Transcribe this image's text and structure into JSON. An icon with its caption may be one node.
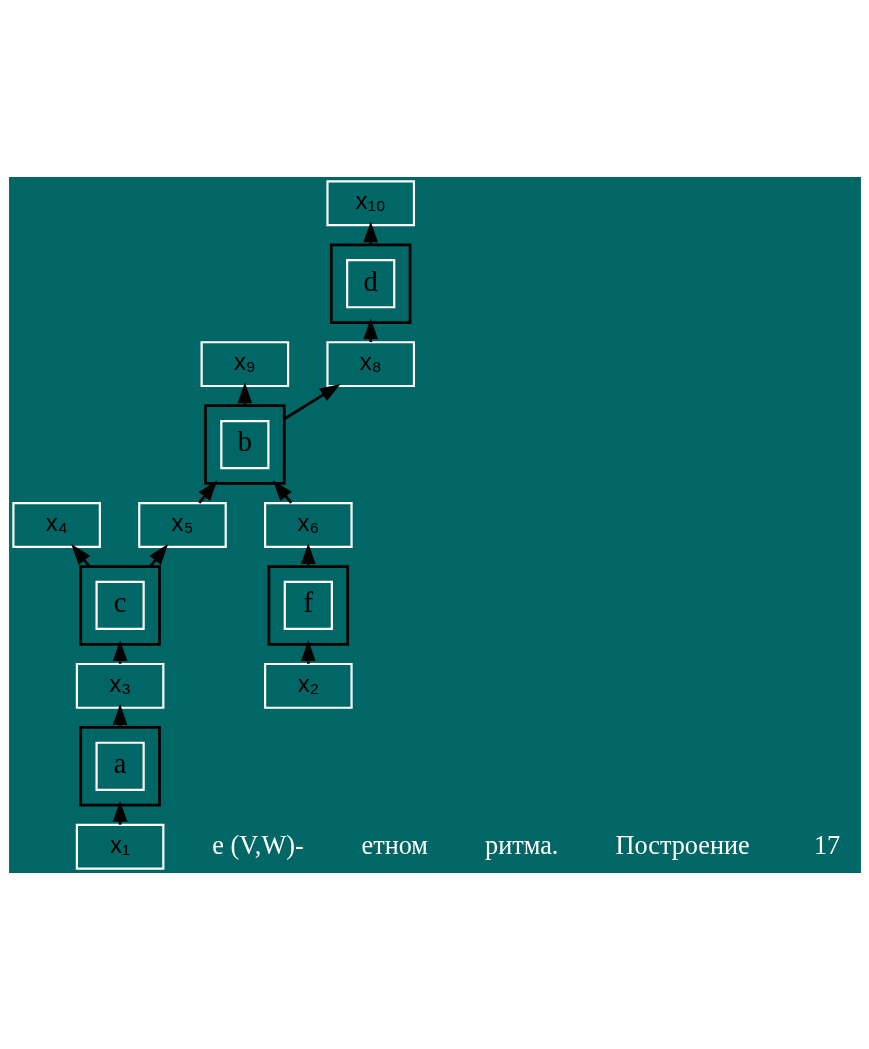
{
  "diagram": {
    "nodes": [
      {
        "text": [
          "x₁₀"
        ]
      },
      {
        "text": [],
        "shape": "box"
      },
      {
        "text": [
          "d"
        ],
        "in": 1
      },
      {
        "text": [
          "x₄"
        ]
      },
      {
        "text": [
          "x₉"
        ]
      },
      {
        "text": [
          "x₈"
        ]
      },
      {
        "text": [],
        "shape": "box"
      },
      {
        "text": [
          "c"
        ],
        "in": 6
      },
      {
        "text": [],
        "shape": "box"
      },
      {
        "text": [
          "b"
        ],
        "in": 8
      },
      {
        "text": [
          "x₃"
        ]
      },
      {
        "text": [
          "x₅"
        ]
      },
      {
        "text": [
          "x₆"
        ]
      },
      {
        "text": [],
        "shape": "box"
      },
      {
        "text": [
          "a"
        ],
        "in": 13
      },
      {
        "text": [],
        "shape": "box"
      },
      {
        "text": [
          "f"
        ],
        "in": 15
      },
      {
        "text": [
          "x₁"
        ]
      },
      {
        "text": [
          "x₂"
        ]
      }
    ],
    "edges": [
      {
        "from": 17,
        "to": 13,
        "arrow": "to"
      },
      {
        "from": 13,
        "to": 10,
        "arrow": "to"
      },
      {
        "from": 10,
        "to": 6,
        "arrow": "to"
      },
      {
        "from": 6,
        "to": 3,
        "arrow": "to"
      },
      {
        "from": 6,
        "to": 11,
        "arrow": "to"
      },
      {
        "from": 11,
        "to": 8,
        "arrow": "to"
      },
      {
        "from": 15,
        "to": 12,
        "arrow": "to"
      },
      {
        "from": 12,
        "to": 8,
        "arrow": "to"
      },
      {
        "from": 8,
        "to": 4,
        "arrow": "to"
      },
      {
        "from": 8,
        "to": 5,
        "arrow": "to"
      },
      {
        "from": 5,
        "to": 1,
        "arrow": "to"
      },
      {
        "from": 1,
        "to": 0,
        "arrow": "to"
      },
      {
        "from": 18,
        "to": 15,
        "arrow": "to"
      }
    ],
    "labels": [
      "е (V,W)-",
      "етном",
      "ритма.",
      "Построение",
      "17"
    ]
  }
}
